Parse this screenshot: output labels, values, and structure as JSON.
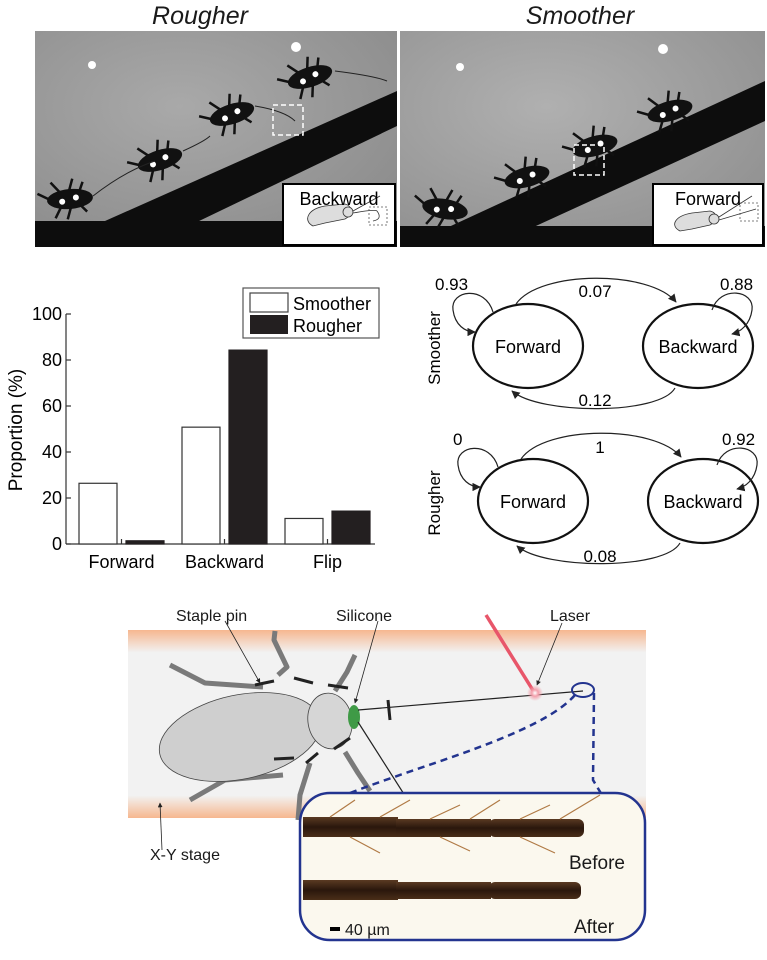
{
  "photos": {
    "rougher": {
      "title": "Rougher",
      "inset_label": "Backward"
    },
    "smoother": {
      "title": "Smoother",
      "inset_label": "Forward"
    }
  },
  "chart_data": {
    "type": "bar",
    "title": "",
    "xlabel": "",
    "ylabel": "Proportion (%)",
    "ylim": [
      0,
      100
    ],
    "yticks": [
      "0",
      "20",
      "40",
      "60",
      "80",
      "100"
    ],
    "ytick_values": [
      0,
      20,
      40,
      60,
      80,
      100
    ],
    "categories": [
      "Forward",
      "Backward",
      "Flip"
    ],
    "series": [
      {
        "name": "Smoother",
        "values": [
          26.4,
          50.8,
          11.1
        ],
        "color": "#ffffff"
      },
      {
        "name": "Rougher",
        "values": [
          1.4,
          84.3,
          14.3
        ],
        "color": "#231f20"
      }
    ],
    "legend_position": "top-right",
    "grid": false
  },
  "state_diagrams": [
    {
      "label": "Smoother",
      "states": [
        "Forward",
        "Backward"
      ],
      "self_forward": "0.93",
      "self_backward": "0.88",
      "forward_to_backward": "0.07",
      "backward_to_forward": "0.12"
    },
    {
      "label": "Rougher",
      "states": [
        "Forward",
        "Backward"
      ],
      "self_forward": "0",
      "self_backward": "0.92",
      "forward_to_backward": "1",
      "backward_to_forward": "0.08"
    }
  ],
  "schematic": {
    "labels": {
      "staple_pin": "Staple pin",
      "silicone": "Silicone",
      "laser": "Laser",
      "stage": "X-Y stage"
    },
    "micrograph": {
      "before": "Before",
      "after": "After",
      "scale_bar": "40 µm"
    },
    "colors": {
      "stage_edge": "#f6b78f",
      "stage_fill": "#f2f2f2",
      "silicone": "#3f9a46",
      "laser": "#e8566a",
      "callout": "#23348f"
    }
  }
}
